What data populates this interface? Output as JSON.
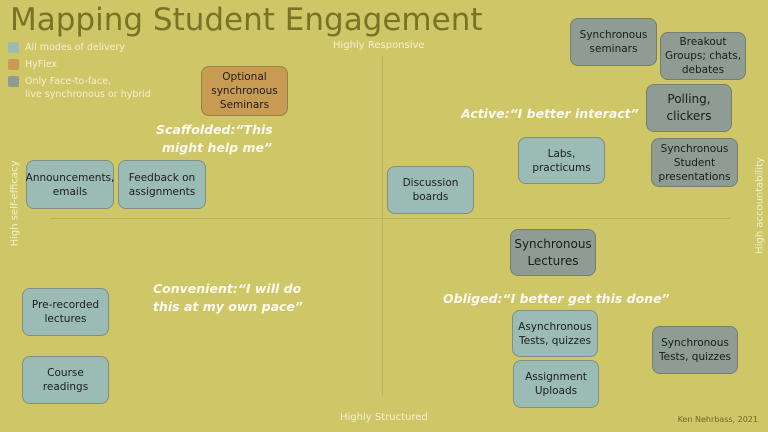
{
  "title": "Mapping Student Engagement",
  "legend": [
    {
      "label": "All modes of delivery",
      "color": "#9bbbb5"
    },
    {
      "label": "HyFlex",
      "color": "#c89b52"
    },
    {
      "label": "Only Face-to-face,",
      "sublabel": "live synchronous or hybrid",
      "color": "#8e9c93"
    }
  ],
  "axes": {
    "top": "Highly Responsive",
    "bottom": "Highly Structured",
    "left": "High self-efficacy",
    "right": "High accountability"
  },
  "quadrants": {
    "top_left": [
      "Scaffolded:“This",
      "might help me”"
    ],
    "top_right": [
      "Active:“I better interact”"
    ],
    "bottom_left": [
      "Convenient:“I will do",
      "this at my own pace”"
    ],
    "bottom_right": [
      "Obliged:“I better get this done”"
    ]
  },
  "items": [
    {
      "id": "optional-seminars",
      "lines": [
        "Optional",
        "synchronous",
        "Seminars"
      ],
      "category": "hyflex"
    },
    {
      "id": "announcements",
      "lines": [
        "Announcements,",
        "emails"
      ],
      "category": "all"
    },
    {
      "id": "feedback",
      "lines": [
        "Feedback on",
        "assignments"
      ],
      "category": "all"
    },
    {
      "id": "sync-seminars",
      "lines": [
        "Synchronous",
        "seminars"
      ],
      "category": "f2f"
    },
    {
      "id": "breakout",
      "lines": [
        "Breakout",
        "Groups; chats,",
        "debates"
      ],
      "category": "f2f"
    },
    {
      "id": "polling",
      "lines": [
        "Polling,",
        "clickers"
      ],
      "category": "f2f"
    },
    {
      "id": "labs",
      "lines": [
        "Labs,",
        "practicums"
      ],
      "category": "all"
    },
    {
      "id": "sync-presentations",
      "lines": [
        "Synchronous",
        "Student",
        "presentations"
      ],
      "category": "f2f"
    },
    {
      "id": "discussion",
      "lines": [
        "Discussion",
        "boards"
      ],
      "category": "all"
    },
    {
      "id": "sync-lectures",
      "lines": [
        "Synchronous",
        "Lectures"
      ],
      "category": "f2f"
    },
    {
      "id": "prerecorded",
      "lines": [
        "Pre-recorded",
        "lectures"
      ],
      "category": "all"
    },
    {
      "id": "readings",
      "lines": [
        "Course",
        "readings"
      ],
      "category": "all"
    },
    {
      "id": "async-tests",
      "lines": [
        "Asynchronous",
        "Tests, quizzes"
      ],
      "category": "all"
    },
    {
      "id": "uploads",
      "lines": [
        "Assignment",
        "Uploads"
      ],
      "category": "all"
    },
    {
      "id": "sync-tests",
      "lines": [
        "Synchronous",
        "Tests, quizzes"
      ],
      "category": "f2f"
    }
  ],
  "credit": "Ken Nehrbass, 2021"
}
